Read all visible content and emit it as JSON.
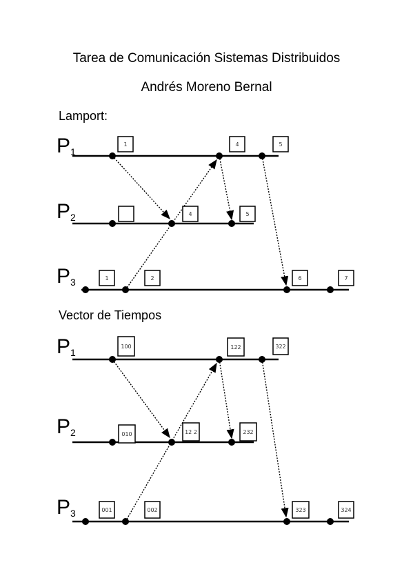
{
  "title": "Tarea de Comunicación Sistemas Distribuidos",
  "author": "Andrés Moreno Bernal",
  "diagrams": [
    {
      "heading": "Lamport:",
      "processes": [
        "P",
        "P",
        "P"
      ],
      "process_subscripts": [
        "1",
        "2",
        "3"
      ],
      "p1_labels": [
        "1",
        "4",
        "5"
      ],
      "p2_labels": [
        "",
        "4",
        "5"
      ],
      "p3_labels": [
        "1",
        "2",
        "6",
        "7"
      ]
    },
    {
      "heading": "Vector de Tiempos",
      "processes": [
        "P",
        "P",
        "P"
      ],
      "process_subscripts": [
        "1",
        "2",
        "3"
      ],
      "p1_labels": [
        "100",
        "122",
        "322"
      ],
      "p2_labels": [
        "010",
        "12 2",
        "232"
      ],
      "p3_labels": [
        "001",
        "002",
        "323",
        "324"
      ]
    }
  ]
}
